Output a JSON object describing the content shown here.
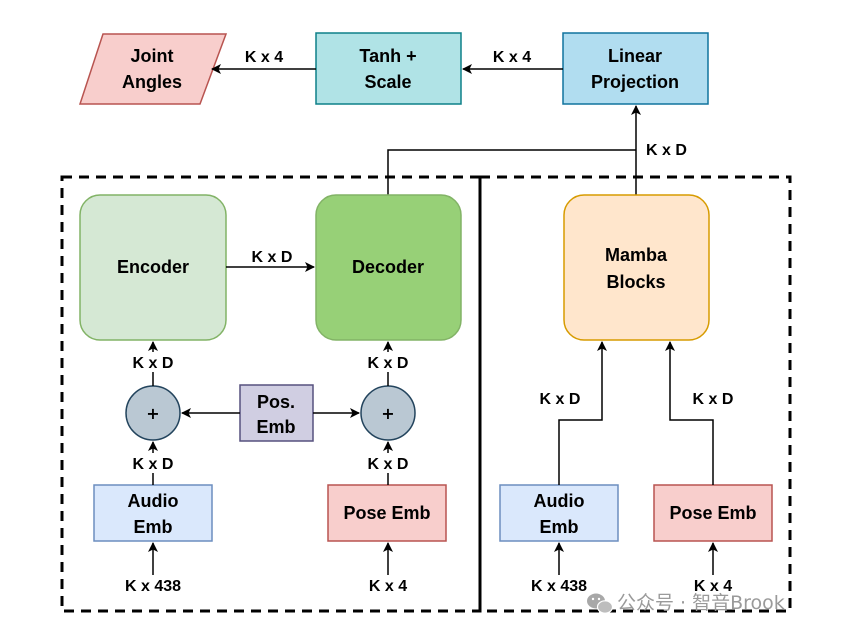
{
  "nodes": {
    "joint_angles": [
      "Joint",
      "Angles"
    ],
    "tanh_scale": [
      "Tanh +",
      "Scale"
    ],
    "linear_projection": [
      "Linear",
      "Projection"
    ],
    "encoder": "Encoder",
    "decoder": "Decoder",
    "mamba_blocks": [
      "Mamba",
      "Blocks"
    ],
    "pos_emb": [
      "Pos.",
      "Emb"
    ],
    "plus_symbol": "+",
    "audio_emb_left": [
      "Audio",
      "Emb"
    ],
    "pose_emb_left": "Pose Emb",
    "audio_emb_right": [
      "Audio",
      "Emb"
    ],
    "pose_emb_right": "Pose Emb"
  },
  "edges": {
    "tanh_to_joint": "K x 4",
    "linear_to_tanh": "K x 4",
    "to_linear": "K x D",
    "encoder_to_decoder": "K x D",
    "plus_left_to_encoder": "K x D",
    "plus_right_to_decoder": "K x D",
    "audio_left_to_plus": "K x D",
    "pose_left_to_plus": "K x D",
    "audio_right_to_mamba": "K x D",
    "pose_right_to_mamba": "K x D",
    "input_audio_left": "K x 438",
    "input_pose_left": "K x 4",
    "input_audio_right": "K x 438",
    "input_pose_right": "K x 4"
  },
  "watermark": "公众号 · 智音Brook"
}
